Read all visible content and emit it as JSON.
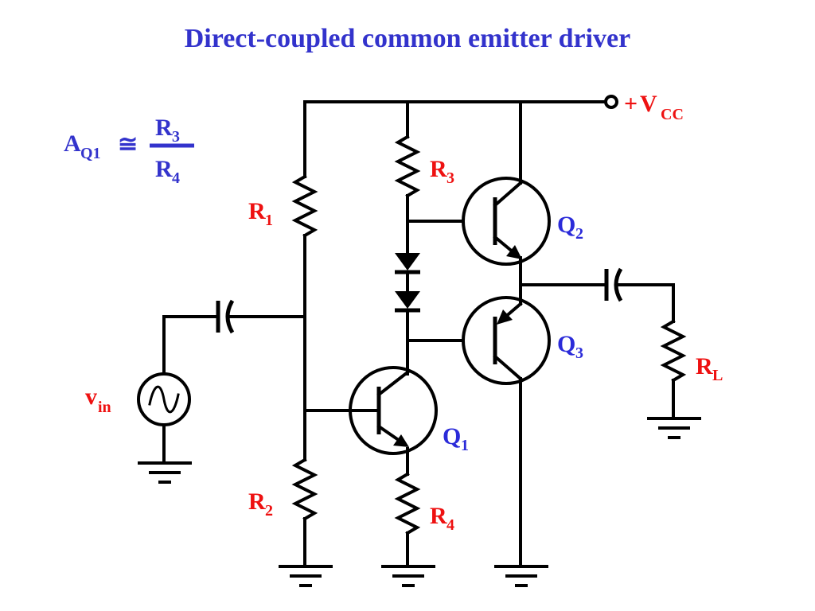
{
  "title": "Direct-coupled common emitter driver",
  "colors": {
    "title": "#3333cc",
    "label_red": "#ee1111",
    "label_blue": "#2b2bd9",
    "wire": "#000000"
  },
  "formula": {
    "lhs_main": "A",
    "lhs_sub": "Q1",
    "approx": "≅",
    "num_main": "R",
    "num_sub": "3",
    "den_main": "R",
    "den_sub": "4"
  },
  "supply": {
    "sign": "+",
    "main": "V",
    "sub": "CC"
  },
  "components": {
    "R1": {
      "main": "R",
      "sub": "1"
    },
    "R2": {
      "main": "R",
      "sub": "2"
    },
    "R3": {
      "main": "R",
      "sub": "3"
    },
    "R4": {
      "main": "R",
      "sub": "4"
    },
    "RL": {
      "main": "R",
      "sub": "L"
    },
    "Q1": {
      "main": "Q",
      "sub": "1"
    },
    "Q2": {
      "main": "Q",
      "sub": "2"
    },
    "Q3": {
      "main": "Q",
      "sub": "3"
    },
    "vin": {
      "main": "v",
      "sub": "in"
    }
  }
}
